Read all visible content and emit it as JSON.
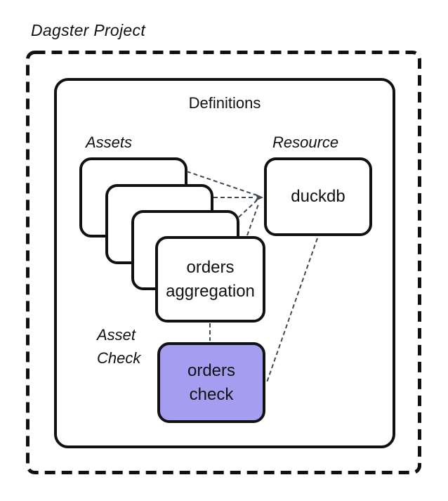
{
  "diagram": {
    "title": "Dagster Project",
    "container": {
      "label": "Definitions"
    },
    "sections": {
      "assets": {
        "label": "Assets"
      },
      "resource": {
        "label": "Resource"
      },
      "asset_check": {
        "label_line1": "Asset",
        "label_line2": "Check"
      }
    },
    "nodes": {
      "asset_stack": {
        "card_count": 4
      },
      "orders_aggregation": {
        "line1": "orders",
        "line2": "aggregation"
      },
      "duckdb": {
        "label": "duckdb"
      },
      "orders_check": {
        "line1": "orders",
        "line2": "check"
      }
    },
    "edges": [
      {
        "from": "asset-card-1",
        "to": "duckdb",
        "style": "dashed",
        "arrow": true
      },
      {
        "from": "asset-card-2",
        "to": "duckdb",
        "style": "dashed",
        "arrow": true
      },
      {
        "from": "asset-card-3",
        "to": "duckdb",
        "style": "dashed",
        "arrow": true
      },
      {
        "from": "orders-aggregation",
        "to": "duckdb",
        "style": "dashed",
        "arrow": true
      },
      {
        "from": "orders-aggregation",
        "to": "orders-check",
        "style": "dashed",
        "arrow": false
      },
      {
        "from": "duckdb",
        "to": "orders-check",
        "style": "dashed",
        "arrow": false
      }
    ],
    "colors": {
      "asset_check_fill": "#a59ef0",
      "connector": "#3f4a59",
      "outline": "#111111",
      "background": "#ffffff"
    }
  }
}
